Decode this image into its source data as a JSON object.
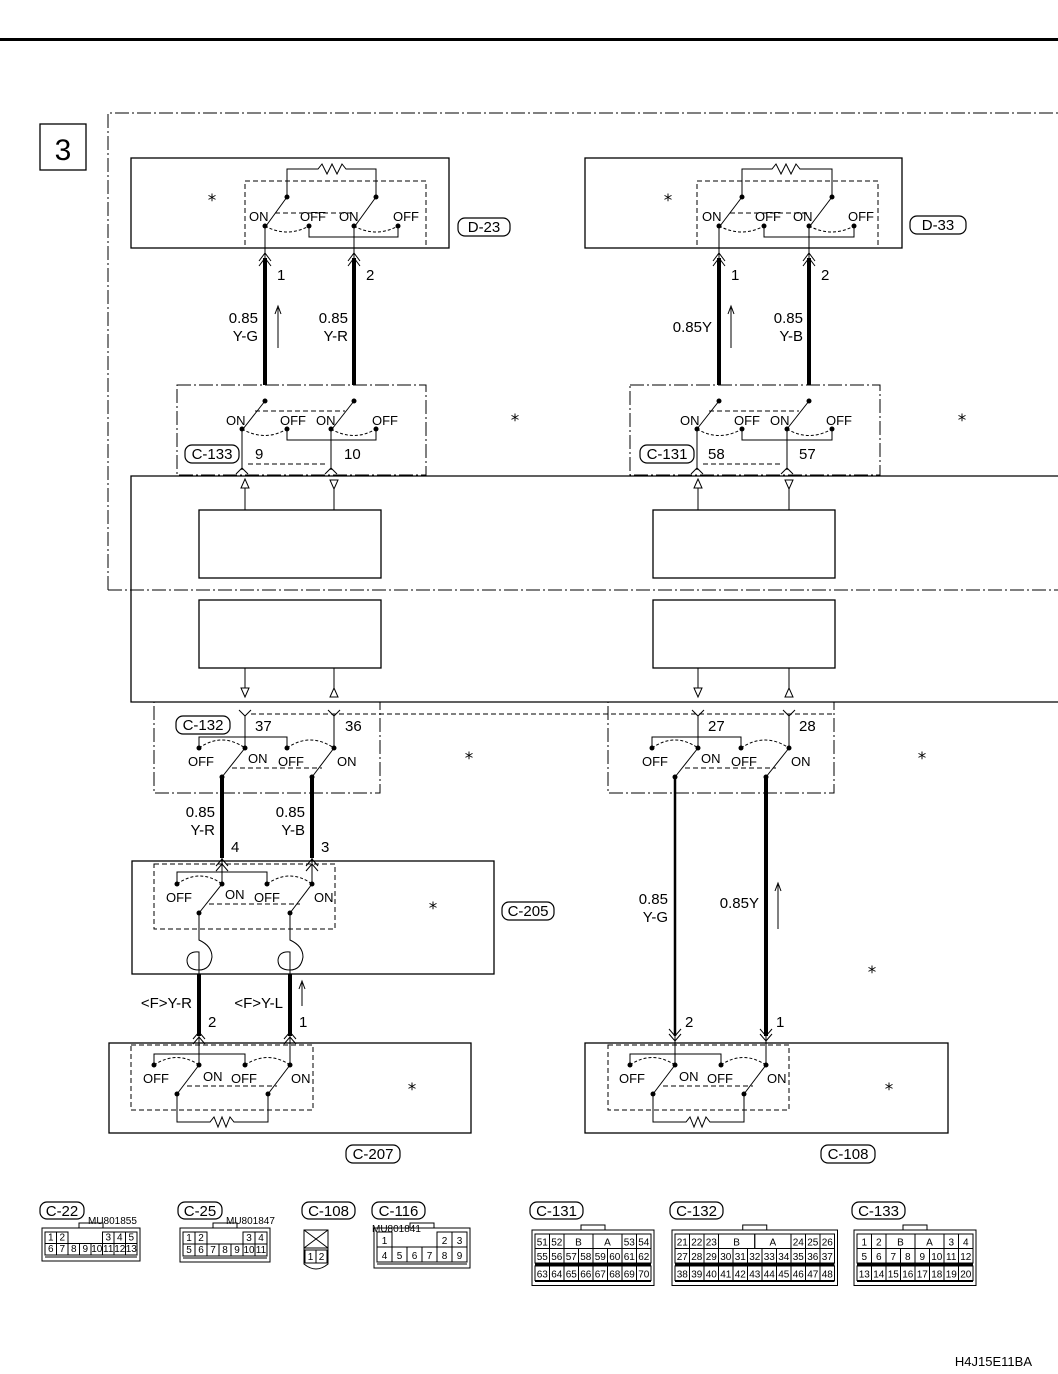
{
  "page": {
    "section_number": "3",
    "figure_code": "H4J15E11BA",
    "star": "*"
  },
  "switch_labels": {
    "on": "ON",
    "off": "OFF"
  },
  "components": {
    "d23": {
      "connector": "D-23",
      "pins": [
        "1",
        "2"
      ]
    },
    "d33": {
      "connector": "D-33",
      "pins": [
        "1",
        "2"
      ]
    },
    "c133": {
      "connector": "C-133",
      "pins": [
        "9",
        "10"
      ]
    },
    "c131": {
      "connector": "C-131",
      "pins": [
        "58",
        "57"
      ]
    },
    "c132": {
      "connector": "C-132",
      "pins_left": [
        "37",
        "36"
      ],
      "pins_right": [
        "27",
        "28"
      ]
    },
    "c205": {
      "connector": "C-205",
      "pins": [
        "4",
        "3"
      ]
    },
    "c207": {
      "connector": "C-207",
      "pins": [
        "2",
        "1"
      ]
    },
    "c108": {
      "connector": "C-108",
      "pins": [
        "2",
        "1"
      ]
    }
  },
  "wires": {
    "d23_1": {
      "size": "0.85",
      "color": "Y-G"
    },
    "d23_2": {
      "size": "0.85",
      "color": "Y-R"
    },
    "d33_1": {
      "label": "0.85Y"
    },
    "d33_2": {
      "size": "0.85",
      "color": "Y-B"
    },
    "c205_4": {
      "size": "0.85",
      "color": "Y-R"
    },
    "c205_3": {
      "size": "0.85",
      "color": "Y-B"
    },
    "c207_2": {
      "label": "<F>Y-R"
    },
    "c207_1": {
      "label": "<F>Y-L"
    },
    "c108_2": {
      "size": "0.85",
      "color": "Y-G"
    },
    "c108_1": {
      "label": "0.85Y"
    }
  },
  "connector_views": [
    {
      "id": "C-22",
      "part": "MU801855",
      "rows": [
        [
          "1",
          "2",
          "",
          "",
          "",
          "3",
          "4",
          "5"
        ],
        [
          "6",
          "7",
          "8",
          "9",
          "10",
          "11",
          "12",
          "13"
        ]
      ]
    },
    {
      "id": "C-25",
      "part": "MU801847",
      "rows": [
        [
          "1",
          "2",
          "",
          "",
          "",
          "3",
          "4"
        ],
        [
          "5",
          "6",
          "7",
          "8",
          "9",
          "10",
          "11"
        ]
      ]
    },
    {
      "id": "C-108",
      "part": "",
      "rows": [
        [
          "1",
          "2"
        ]
      ]
    },
    {
      "id": "C-116",
      "part": "MU801841",
      "rows": [
        [
          "1",
          "",
          "",
          "",
          "2",
          "3"
        ],
        [
          "4",
          "5",
          "6",
          "7",
          "8",
          "9"
        ]
      ]
    },
    {
      "id": "C-131",
      "part": "",
      "top": [
        "51",
        "52",
        "B",
        "A",
        "53",
        "54"
      ],
      "rows": [
        [
          "55",
          "56",
          "57",
          "58",
          "59",
          "60",
          "61",
          "62"
        ],
        [
          "63",
          "64",
          "65",
          "66",
          "67",
          "68",
          "69",
          "70"
        ]
      ]
    },
    {
      "id": "C-132",
      "part": "",
      "top": [
        "21",
        "22",
        "23",
        "B",
        "A",
        "24",
        "25",
        "26"
      ],
      "rows": [
        [
          "27",
          "28",
          "29",
          "30",
          "31",
          "32",
          "33",
          "34",
          "35",
          "36",
          "37"
        ],
        [
          "38",
          "39",
          "40",
          "41",
          "42",
          "43",
          "44",
          "45",
          "46",
          "47",
          "48"
        ]
      ]
    },
    {
      "id": "C-133",
      "part": "",
      "top": [
        "1",
        "2",
        "B",
        "A",
        "3",
        "4"
      ],
      "rows": [
        [
          "5",
          "6",
          "7",
          "8",
          "9",
          "10",
          "11",
          "12"
        ],
        [
          "13",
          "14",
          "15",
          "16",
          "17",
          "18",
          "19",
          "20"
        ]
      ]
    }
  ]
}
